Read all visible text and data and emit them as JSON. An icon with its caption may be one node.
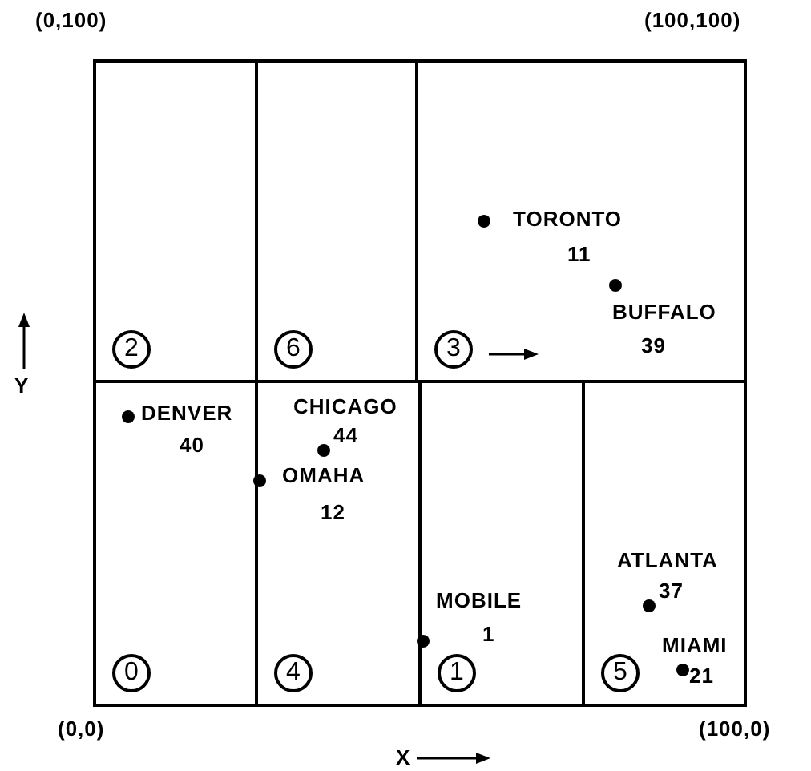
{
  "diagram": {
    "nodes": [
      {
        "text": [
          "2"
        ]
      },
      {
        "text": [
          "6"
        ]
      },
      {
        "text": [
          "3"
        ]
      },
      {
        "text": [
          "0"
        ]
      },
      {
        "text": [
          "4"
        ]
      },
      {
        "text": [
          "1"
        ]
      },
      {
        "text": [
          "5"
        ]
      }
    ],
    "labels": [
      "(0,100)",
      "(100,100)",
      "TORONTO",
      "11",
      "BUFFALO",
      "39",
      "Y",
      "DENVER",
      "40",
      "CHICAGO",
      "44",
      "OMAHA",
      "12",
      "ATLANTA",
      "37",
      "MOBILE",
      "1",
      "MIAMI",
      "21",
      "(0,0)",
      "(100,0)",
      "X"
    ]
  }
}
